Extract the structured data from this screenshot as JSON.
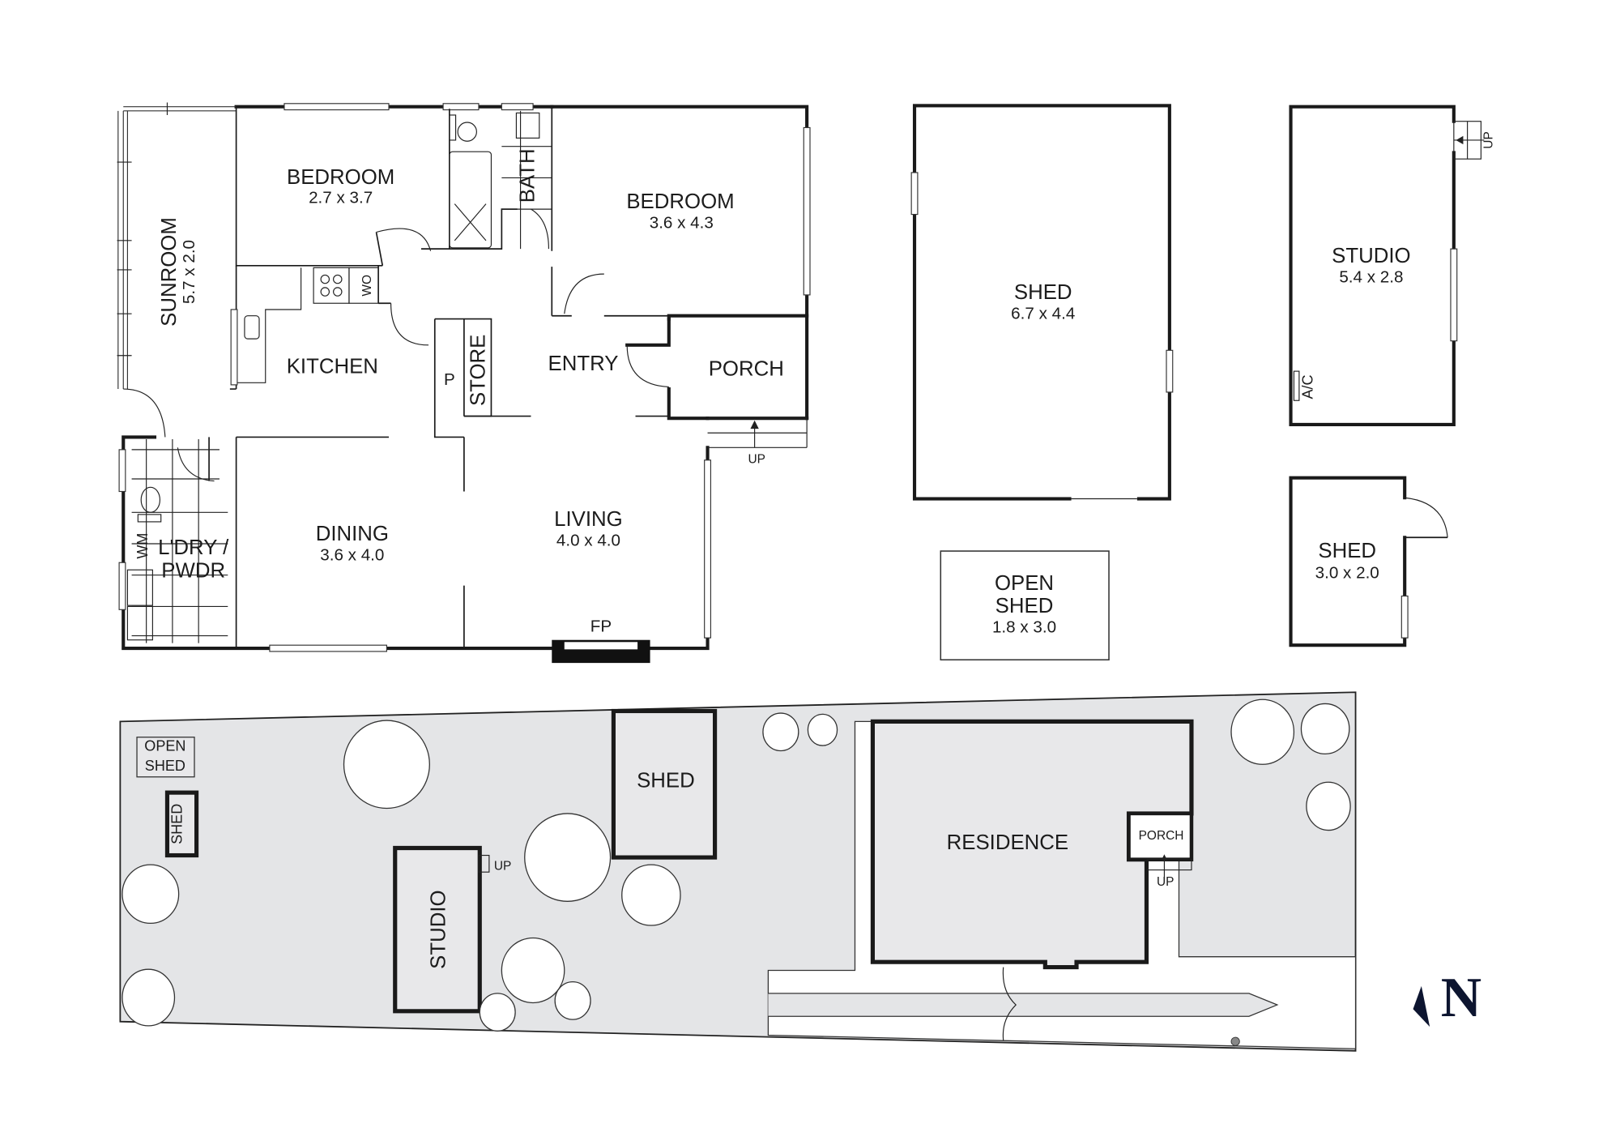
{
  "floorplan": {
    "rooms": [
      {
        "name": "SUNROOM",
        "dims": "5.7 x 2.0"
      },
      {
        "name": "BEDROOM",
        "dims": "2.7 x 3.7"
      },
      {
        "name": "BATH"
      },
      {
        "name": "BEDROOM",
        "dims": "3.6 x 4.3"
      },
      {
        "name": "KITCHEN"
      },
      {
        "name": "WO"
      },
      {
        "name": "P"
      },
      {
        "name": "STORE"
      },
      {
        "name": "ENTRY"
      },
      {
        "name": "PORCH"
      },
      {
        "name": "DINING",
        "dims": "3.6 x 4.0"
      },
      {
        "name": "LIVING",
        "dims": "4.0 x 4.0"
      },
      {
        "name": "L'DRY /",
        "line2": "PWDR"
      },
      {
        "name": "WM"
      },
      {
        "name": "FP"
      }
    ],
    "porch_steps_label": "UP"
  },
  "outbuildings": {
    "shed_large": {
      "name": "SHED",
      "dims": "6.7 x 4.4"
    },
    "studio": {
      "name": "STUDIO",
      "dims": "5.4 x 2.8",
      "steps_label": "UP",
      "ac_label": "A/C"
    },
    "open_shed": {
      "line1": "OPEN",
      "line2": "SHED",
      "dims": "1.8 x 3.0"
    },
    "shed_small": {
      "name": "SHED",
      "dims": "3.0 x 2.0"
    }
  },
  "site_plan": {
    "labels": {
      "open_shed_1": "OPEN",
      "open_shed_2": "SHED",
      "shed_small": "SHED",
      "studio": "STUDIO",
      "studio_up": "UP",
      "shed_large": "SHED",
      "residence": "RESIDENCE",
      "porch": "PORCH",
      "porch_up": "UP"
    },
    "colors": {
      "site_fill": "#e4e5e7",
      "building_fill": "#e8e8ea"
    }
  },
  "north_arrow": {
    "label": "N",
    "color": "#0d1530"
  }
}
